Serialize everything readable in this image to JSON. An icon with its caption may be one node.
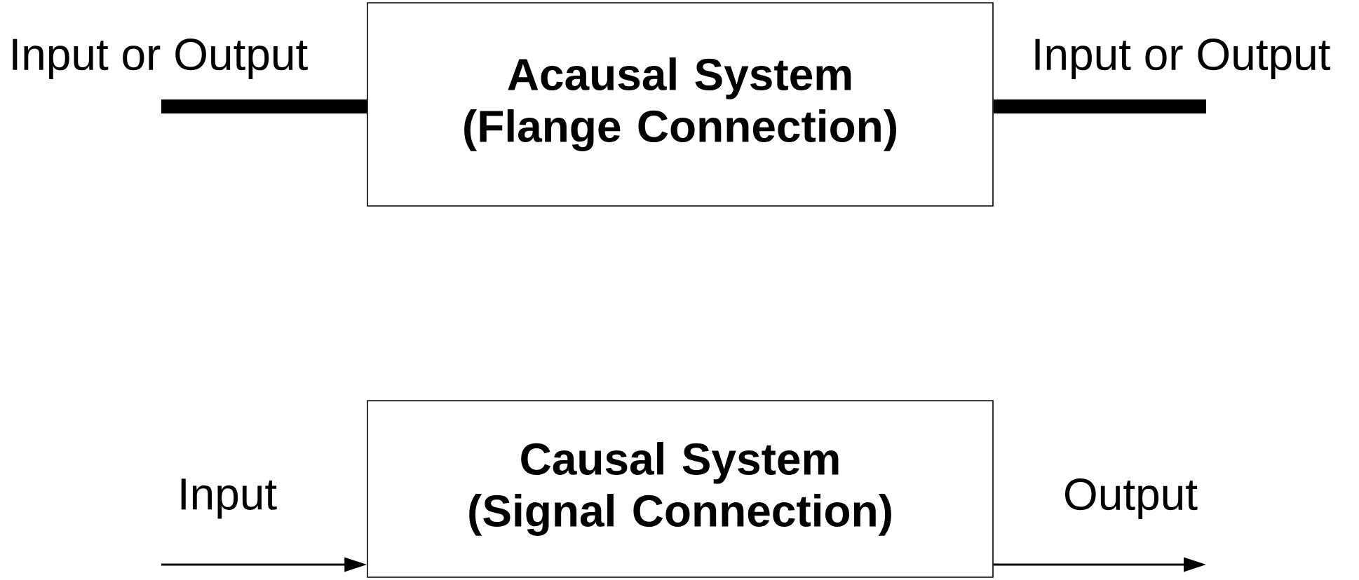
{
  "diagram": {
    "nodes": [
      {
        "text": [
          "Acausal System (Flange Connection)"
        ]
      },
      {
        "text": [
          "Causal System (Signal Connection)"
        ]
      }
    ],
    "edges": [
      {
        "from": null,
        "to": 0,
        "arrow": "none",
        "style": "thick",
        "label": "Input or Output"
      },
      {
        "from": 0,
        "to": null,
        "arrow": "none",
        "style": "thick",
        "label": "Input or Output"
      },
      {
        "from": null,
        "to": 1,
        "arrow": "to",
        "label": "Input"
      },
      {
        "from": 1,
        "to": null,
        "arrow": "to",
        "label": "Output"
      }
    ]
  }
}
